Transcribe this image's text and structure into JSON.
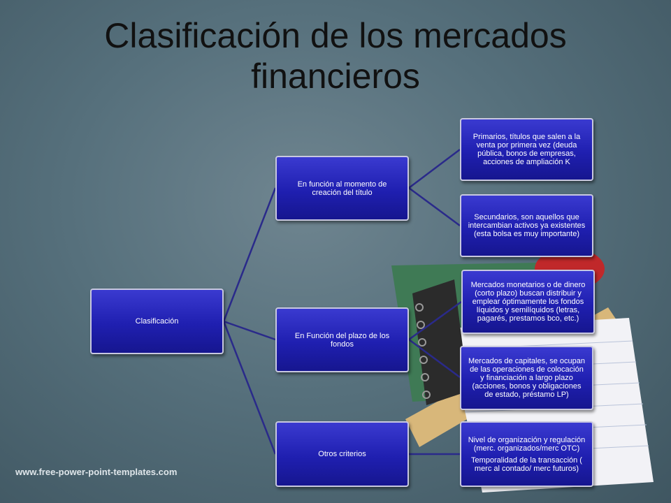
{
  "slide": {
    "title_line1": "Clasificación de los mercados",
    "title_line2": "financieros",
    "footer": "www.free-power-point-templates.com"
  },
  "diagram": {
    "root": {
      "label": "Clasificación"
    },
    "branches": [
      {
        "label": "En función al momento de creación del título",
        "children": [
          "Primarios, títulos que salen a la venta por primera vez (deuda pública, bonos de empresas, acciones de  ampliación K",
          "Secundarios, son aquellos que intercambian activos ya existentes (esta bolsa es muy importante)"
        ]
      },
      {
        "label": "En Función del plazo de los fondos",
        "children": [
          "Mercados monetarios o de dinero (corto plazo) buscan distribuir y emplear óptimamente los fondos líquidos y semilíquidos (letras, pagarés, prestamos bco, etc.)",
          "Mercados de capitales, se ocupan de las operaciones de colocación y financiación a largo plazo (acciones, bonos y obligaciones de estado, préstamo LP)"
        ]
      },
      {
        "label": "Otros criterios",
        "children": [
          "Nivel de organización y regulación  (merc. organizados/merc OTC)",
          "Temporalidad de la transacción ( merc al contado/ merc futuros)"
        ]
      }
    ]
  },
  "colors": {
    "box_fill": "#2222b8",
    "connector": "#2a2a8a",
    "background": "#56707c"
  }
}
